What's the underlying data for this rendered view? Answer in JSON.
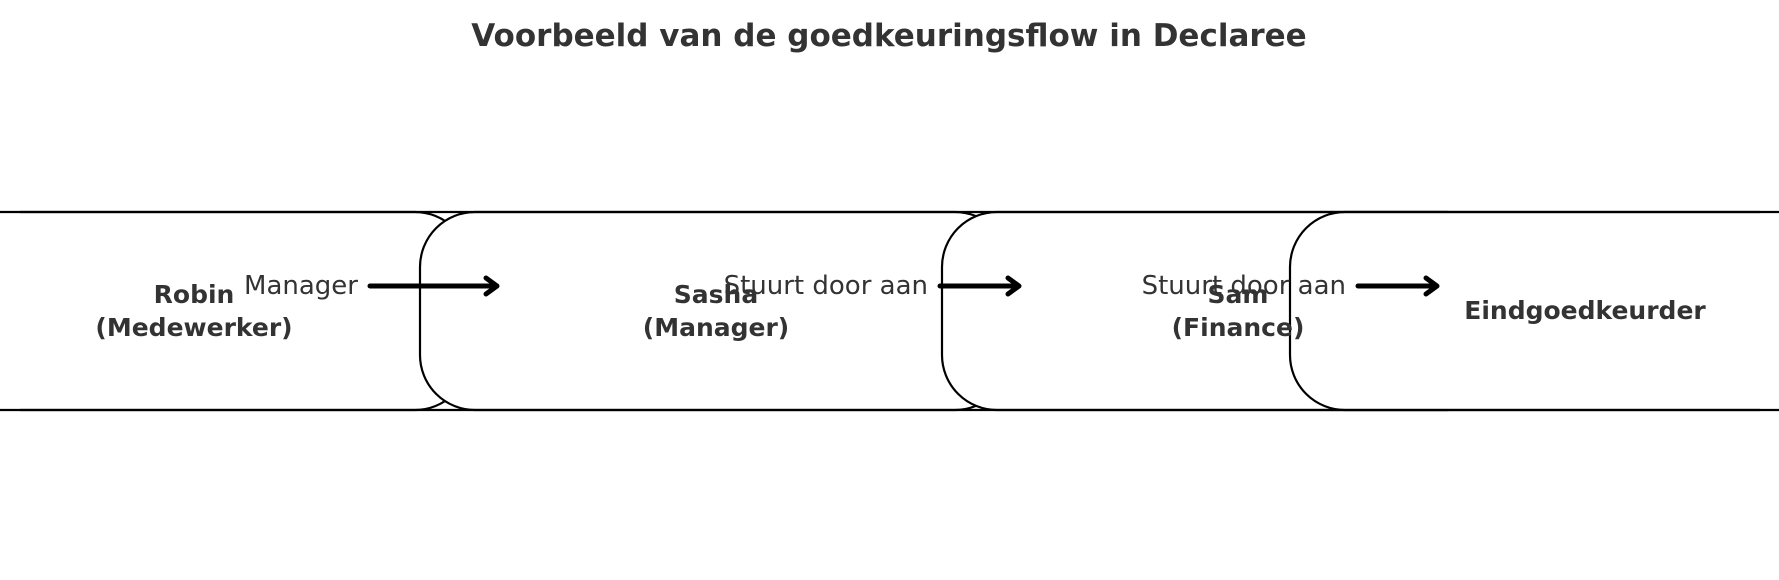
{
  "diagram": {
    "title": "Voorbeeld van de goedkeuringsflow in Declaree",
    "nodes": [
      {
        "id": "robin",
        "line1": "Robin",
        "line2": "(Medewerker)"
      },
      {
        "id": "sasha",
        "line1": "Sasha",
        "line2": "(Manager)"
      },
      {
        "id": "sam",
        "line1": "Sam",
        "line2": "(Finance)"
      },
      {
        "id": "final",
        "line1": "Eindgoedkeurder",
        "line2": ""
      }
    ],
    "edges": [
      {
        "from": "robin",
        "to": "sasha",
        "label": "Manager"
      },
      {
        "from": "sasha",
        "to": "sam",
        "label": "Stuurt door aan"
      },
      {
        "from": "sam",
        "to": "final",
        "label": "Stuurt door aan"
      }
    ],
    "colors": {
      "text": "#333333",
      "stroke": "#000000",
      "background": "#ffffff"
    }
  }
}
